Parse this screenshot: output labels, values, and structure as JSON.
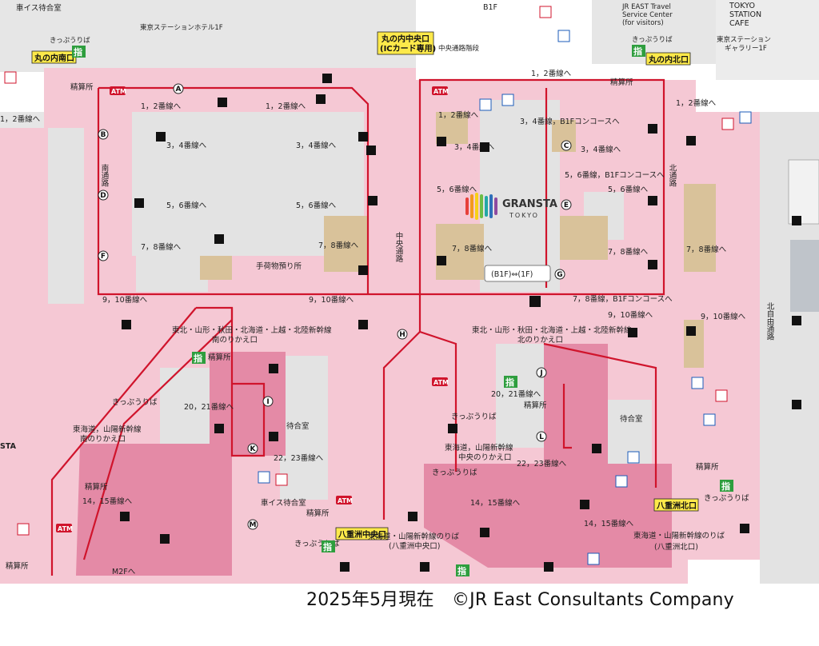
{
  "credit": "2025年5月現在　©JR East Consultants Company",
  "brand": {
    "name": "GRANSTA",
    "sub": "TOKYO",
    "accent": "#d0142c"
  },
  "colors": {
    "concourse": "#f5c8d4",
    "platform_zone": "#e48aa6",
    "building": "#e3e3e3",
    "route": "#d0142c",
    "exit": "#fde94a",
    "stairs_block": "#d9c29a"
  },
  "exits": {
    "marunouchi_south": "丸の内南口",
    "marunouchi_central": "丸の内中央口",
    "marunouchi_central_note": "(ICカード専用)",
    "marunouchi_north": "丸の内北口",
    "yaesu_central": "八重洲中央口",
    "yaesu_north": "八重洲北口"
  },
  "markers": [
    "A",
    "B",
    "C",
    "D",
    "E",
    "F",
    "G",
    "H",
    "I",
    "J",
    "K",
    "L",
    "M"
  ],
  "labels": {
    "wheelchair_waiting": "車イス待合室",
    "hotel": "東京ステーションホテル1F",
    "b1f_top": "B1F",
    "jr_east_travel_1": "JR EAST Travel",
    "jr_east_travel_2": "Service Center",
    "jr_east_travel_3": "(for visitors)",
    "tokyo_cafe_1": "TOKYO",
    "tokyo_cafe_2": "STATION",
    "tokyo_cafe_3": "CAFE",
    "gallery_1": "東京ステーション",
    "gallery_2": "ギャラリー1F",
    "ticket_nw": "きっぷうりば",
    "ticket_ne": "きっぷうりば",
    "ticket_sw": "きっぷうりば",
    "ticket_mid": "きっぷうりば",
    "ticket_east": "きっぷうりば",
    "ticket_south": "きっぷうりば",
    "ticket_yaesu": "きっぷうりば",
    "fare_adj_nw": "精算所",
    "fare_adj_ne": "精算所",
    "fare_adj_w": "精算所",
    "fare_adj_sw": "精算所",
    "fare_adj_mid": "精算所",
    "fare_adj_mid2": "精算所",
    "fare_adj_e": "精算所",
    "fare_adj_far_sw": "精算所",
    "central_passage_stairs": "中央通路階段",
    "plat12_a": "1，2番線へ",
    "plat12_b": "1，2番線へ",
    "plat12_c": "1，2番線へ",
    "plat12_d": "1，2番線へ",
    "plat12_e": "1，2番線へ",
    "plat12_west": "1，2番線へ",
    "plat34_a": "3，4番線へ",
    "plat34_b": "3，4番線へ",
    "plat34_c": "3，4番線，B1Fコンコースへ",
    "plat34_d": "3，4番線へ",
    "plat34_e": "3，4番線へ",
    "plat56_a": "5，6番線へ",
    "plat56_b": "5，6番線へ",
    "plat56_c": "5，6番線へ",
    "plat56_d": "5，6番線，B1Fコンコースへ",
    "plat56_e": "5，6番線へ",
    "plat78_a": "7，8番線へ",
    "plat78_b": "7，8番線へ",
    "plat78_c": "7，8番線へ",
    "plat78_d": "7，8番線へ",
    "plat78_e": "7，8番線へ",
    "plat78_f": "7，8番線，B1Fコンコースへ",
    "plat910_a": "9，10番線へ",
    "plat910_b": "9，10番線へ",
    "plat910_c": "9，10番線へ",
    "plat910_d": "9，10番線へ",
    "south_passage": "南通路",
    "central_passage": "中央通路",
    "north_passage": "北通路",
    "north_free_passage": "北自由通路",
    "baggage": "手荷物預り所",
    "b1f_1f": "(B1F)⇔(1F)",
    "shinkansen_s_1": "東北・山形・秋田・北海道・上越・北陸新幹線",
    "shinkansen_s_2": "南のりかえ口",
    "shinkansen_n_1": "東北・山形・秋田・北海道・上越・北陸新幹線",
    "shinkansen_n_2": "北のりかえ口",
    "plat2021_a": "20，21番線へ",
    "plat2021_b": "20，21番線へ",
    "plat2223_a": "22，23番線へ",
    "plat2223_b": "22，23番線へ",
    "waiting_a": "待合室",
    "waiting_b": "待合室",
    "tokaido_s_1": "東海道，山陽新幹線",
    "tokaido_s_2": "南のりかえ口",
    "tokaido_c_1": "東海道，山陽新幹線",
    "tokaido_c_2": "中央のりかえ口",
    "plat1415_a": "14，15番線へ",
    "plat1415_b": "14，15番線へ",
    "plat1415_c": "14，15番線へ",
    "wheelchair_waiting_s": "車イス待合室",
    "yaesu_c_1": "東海道・山陽新幹線のりば",
    "yaesu_c_2": "(八重洲中央口)",
    "yaesu_n_1": "東海道・山陽新幹線のりば",
    "yaesu_n_2": "(八重洲北口)",
    "m2f": "M2Fへ",
    "sta_partial": "STA",
    "atm": "ATM",
    "shitei": "指"
  }
}
